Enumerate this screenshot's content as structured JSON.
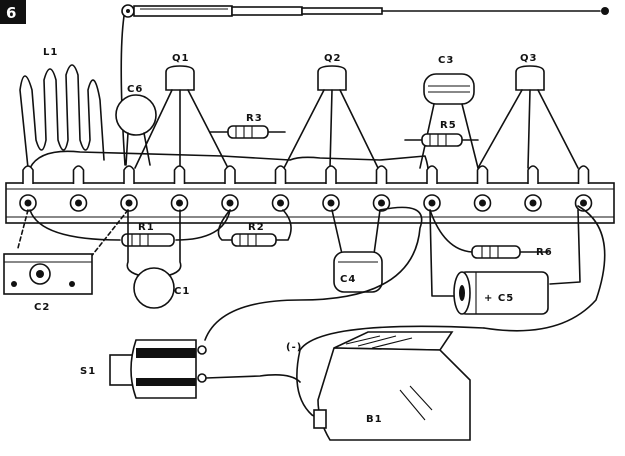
{
  "figure": {
    "number": "6"
  },
  "labels": {
    "L1": "L1",
    "Q1": "Q1",
    "Q2": "Q2",
    "Q3": "Q3",
    "C1": "C1",
    "C2": "C2",
    "C3": "C3",
    "C4": "C4",
    "C5": "+ C5",
    "C6": "C6",
    "R1": "R1",
    "R2": "R2",
    "R3": "R3",
    "R5": "R5",
    "R6": "R6",
    "S1": "S1",
    "B1": "B1",
    "neg": "(-)"
  },
  "terminal_count": 12,
  "colors": {
    "ink": "#111111",
    "paper": "#ffffff"
  }
}
